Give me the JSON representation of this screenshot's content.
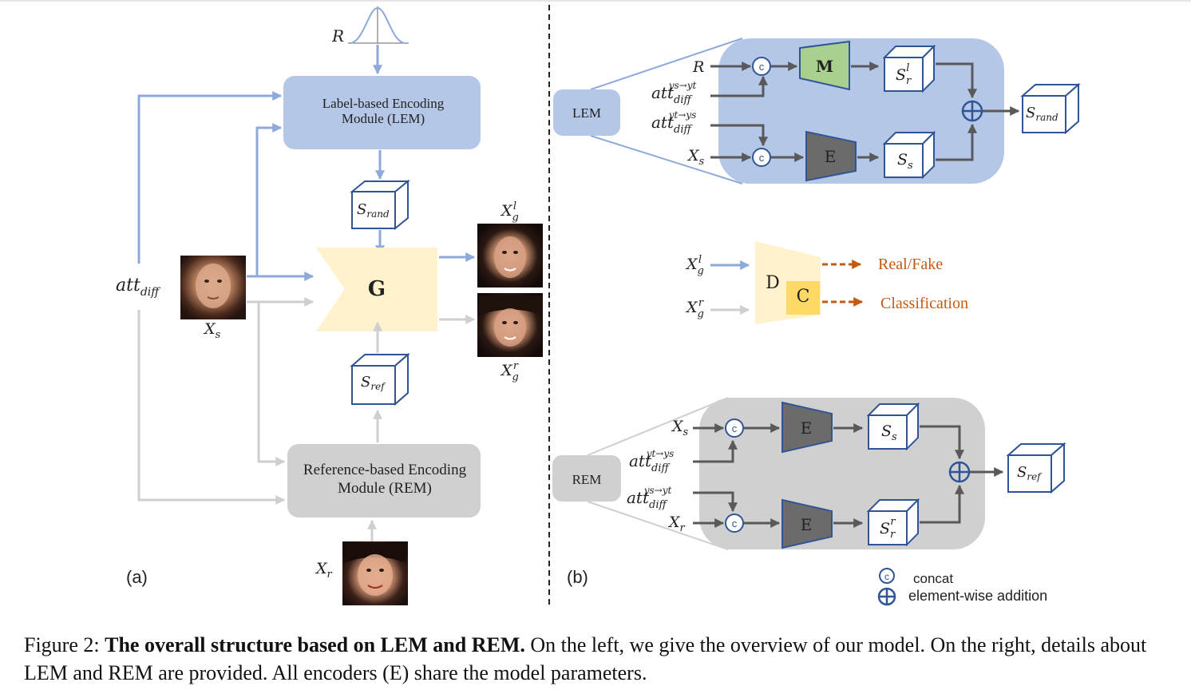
{
  "colors": {
    "blue_arrow": "#8eaadb",
    "gray_arrow": "#cfcfcf",
    "dark_arrow": "#595959",
    "lem_fill": "#b4c7e7",
    "rem_fill": "#d0d0d0",
    "gen_fill": "#fff2cc",
    "mapper_fill": "#a9d08e",
    "encoder_fill": "#6b6b6b",
    "cube_stroke": "#2f5597",
    "orange": "#c55a11",
    "c_fill": "#ffd966"
  },
  "icons": [
    "gaussian-curve-icon",
    "concat-circle-icon",
    "plus-circle-icon",
    "cube-icon",
    "face-photo-icon"
  ],
  "panel_a": {
    "label": "(a)",
    "noise": "R",
    "lem_line1": "Label-based Encoding",
    "lem_line2": "Module (LEM)",
    "rem_line1": "Reference-based Encoding",
    "rem_line2": "Module (REM)",
    "generator": "G",
    "s_rand": "S",
    "s_rand_sub": "rand",
    "s_ref": "S",
    "s_ref_sub": "ref",
    "att_diff": "att",
    "att_diff_sub": "diff",
    "xs": "X",
    "xs_sub": "s",
    "xr": "X",
    "xr_sub": "r",
    "xgl": "X",
    "xgl_sub": "g",
    "xgl_sup": "l",
    "xgr": "X",
    "xgr_sub": "g",
    "xgr_sup": "r"
  },
  "panel_b": {
    "label": "(b)",
    "lem_tag": "LEM",
    "rem_tag": "REM",
    "mapper": "M",
    "encoder": "E",
    "concat_glyph": "c",
    "discriminator": "D",
    "classifier": "C",
    "real_fake": "Real/Fake",
    "classification": "Classification",
    "legend_concat": "concat",
    "legend_add": "element-wise addition",
    "att_base": "att",
    "att_sub": "diff",
    "att_sup_st": "ys→yt",
    "att_sup_ts": "yt→ys"
  },
  "caption": {
    "prefix": "Figure 2: ",
    "bold": "The overall structure based on LEM and REM.",
    "rest": " On the left, we give the overview of our model. On the right, details about LEM and REM are provided. All encoders (E) share the model parameters."
  }
}
